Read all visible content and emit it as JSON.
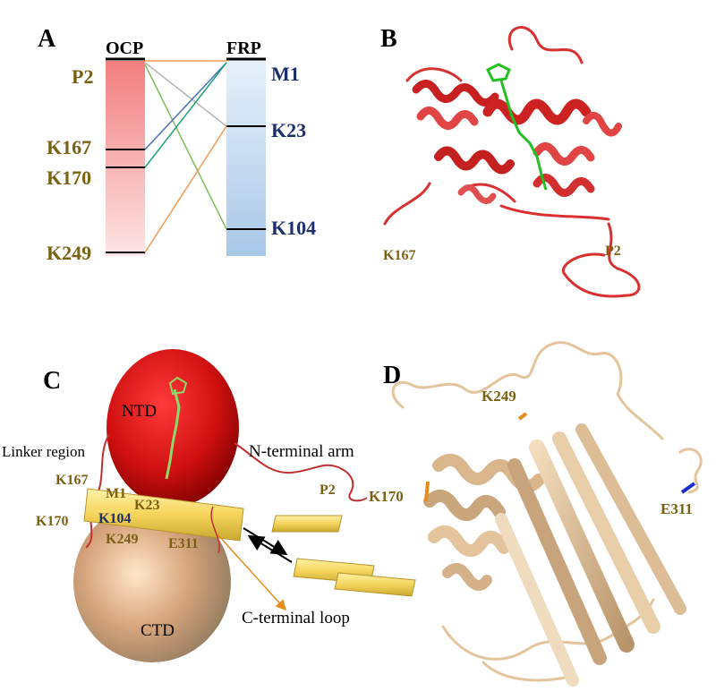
{
  "panels": {
    "a": "A",
    "b": "B",
    "c": "C",
    "d": "D"
  },
  "panel_a": {
    "ocp_header": "OCP",
    "frp_header": "FRP",
    "ocp_residues": [
      "P2",
      "K167",
      "K170",
      "K249"
    ],
    "frp_residues": [
      "M1",
      "K23",
      "K104"
    ],
    "colors": {
      "ocp_bar_top": "#f08080",
      "frp_bar_top": "#d9e7f5",
      "orange": "#ef9a55",
      "gray": "#b4b4b4",
      "blue": "#4a6fb5",
      "teal": "#1aa37c",
      "green": "#7ebd5a",
      "ocp_text": "#7a6112",
      "frp_text": "#1b2f6b"
    }
  },
  "panel_b": {
    "labels": {
      "k167": "K167",
      "p2": "P2"
    },
    "colors": {
      "protein": "#d93030",
      "ligand": "#22c022"
    }
  },
  "panel_c": {
    "labels": {
      "ntd": "NTD",
      "ctd": "CTD",
      "linker": "Linker region",
      "n_arm": "N-terminal arm",
      "c_loop": "C-terminal loop",
      "k167": "K167",
      "k170": "K170",
      "m1": "M1",
      "k23": "K23",
      "k104": "K104",
      "k249": "K249",
      "e311": "E311",
      "p2": "P2"
    },
    "colors": {
      "ntd": "#d01818",
      "ctd": "#c4a07a",
      "frp_bar": "#f5d45c",
      "arrow": "#000000"
    }
  },
  "panel_d": {
    "labels": {
      "k249": "K249",
      "k170": "K170",
      "e311": "E311"
    },
    "colors": {
      "protein": "#e3c49c",
      "highlight_orange": "#e58c1a",
      "highlight_blue": "#1a2fcf"
    }
  }
}
